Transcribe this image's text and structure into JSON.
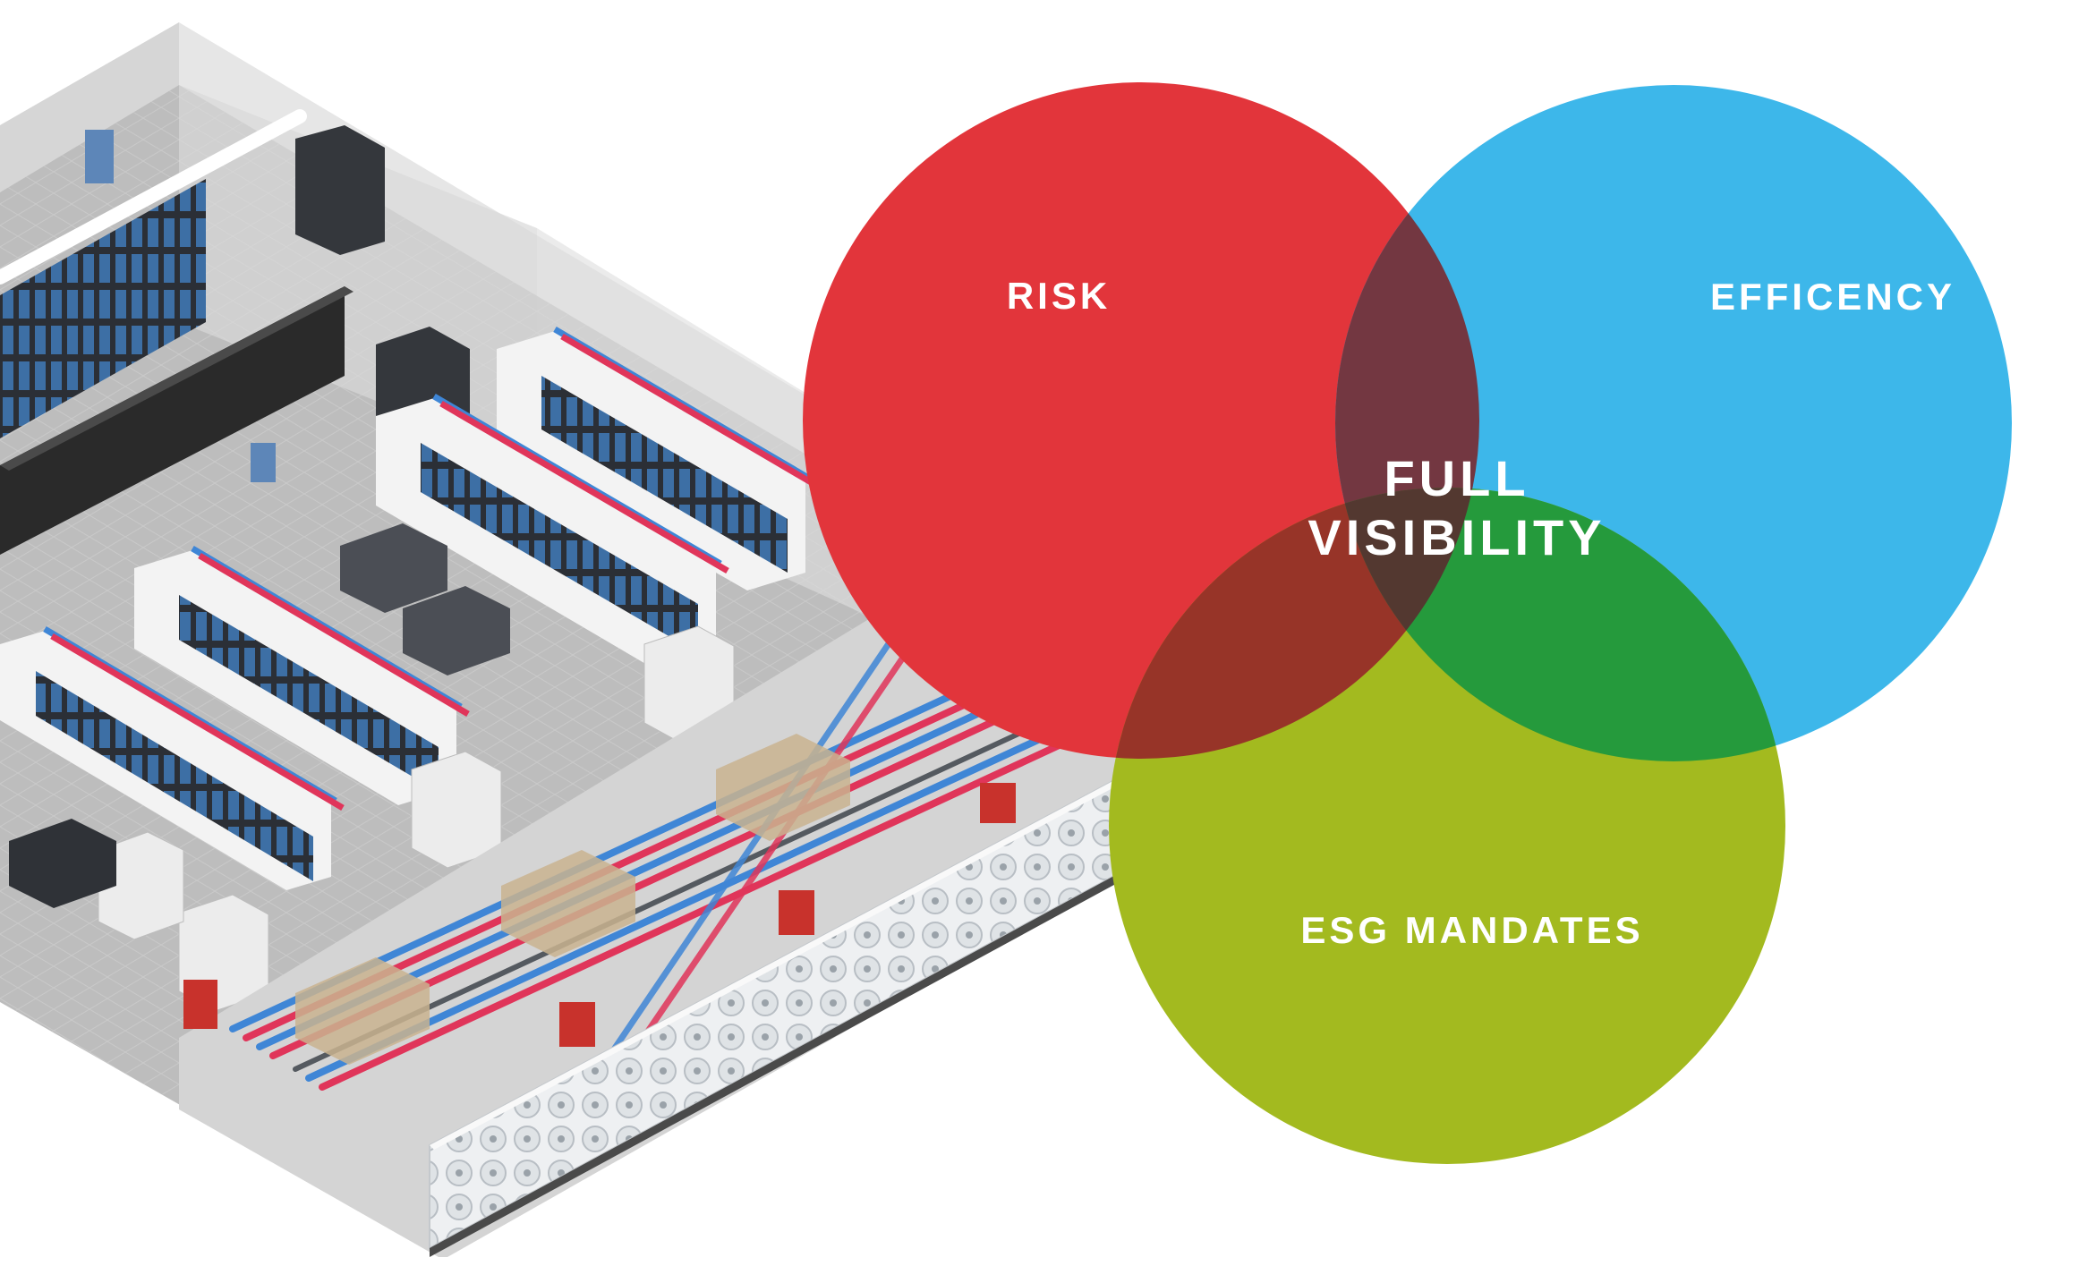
{
  "venn": {
    "risk_label": "RISK",
    "efficiency_label": "EFFICENCY",
    "esg_label": "ESG MANDATES",
    "center_line1": "FULL",
    "center_line2": "VISIBILITY"
  },
  "colors": {
    "risk": "#e2353b",
    "efficiency": "#3db7ea",
    "esg": "#a3ba1f",
    "risk_efficiency": "#733741",
    "efficiency_esg": "#259a3c",
    "risk_esg": "#973428",
    "center": "#533830",
    "label_text": "#ffffff"
  }
}
